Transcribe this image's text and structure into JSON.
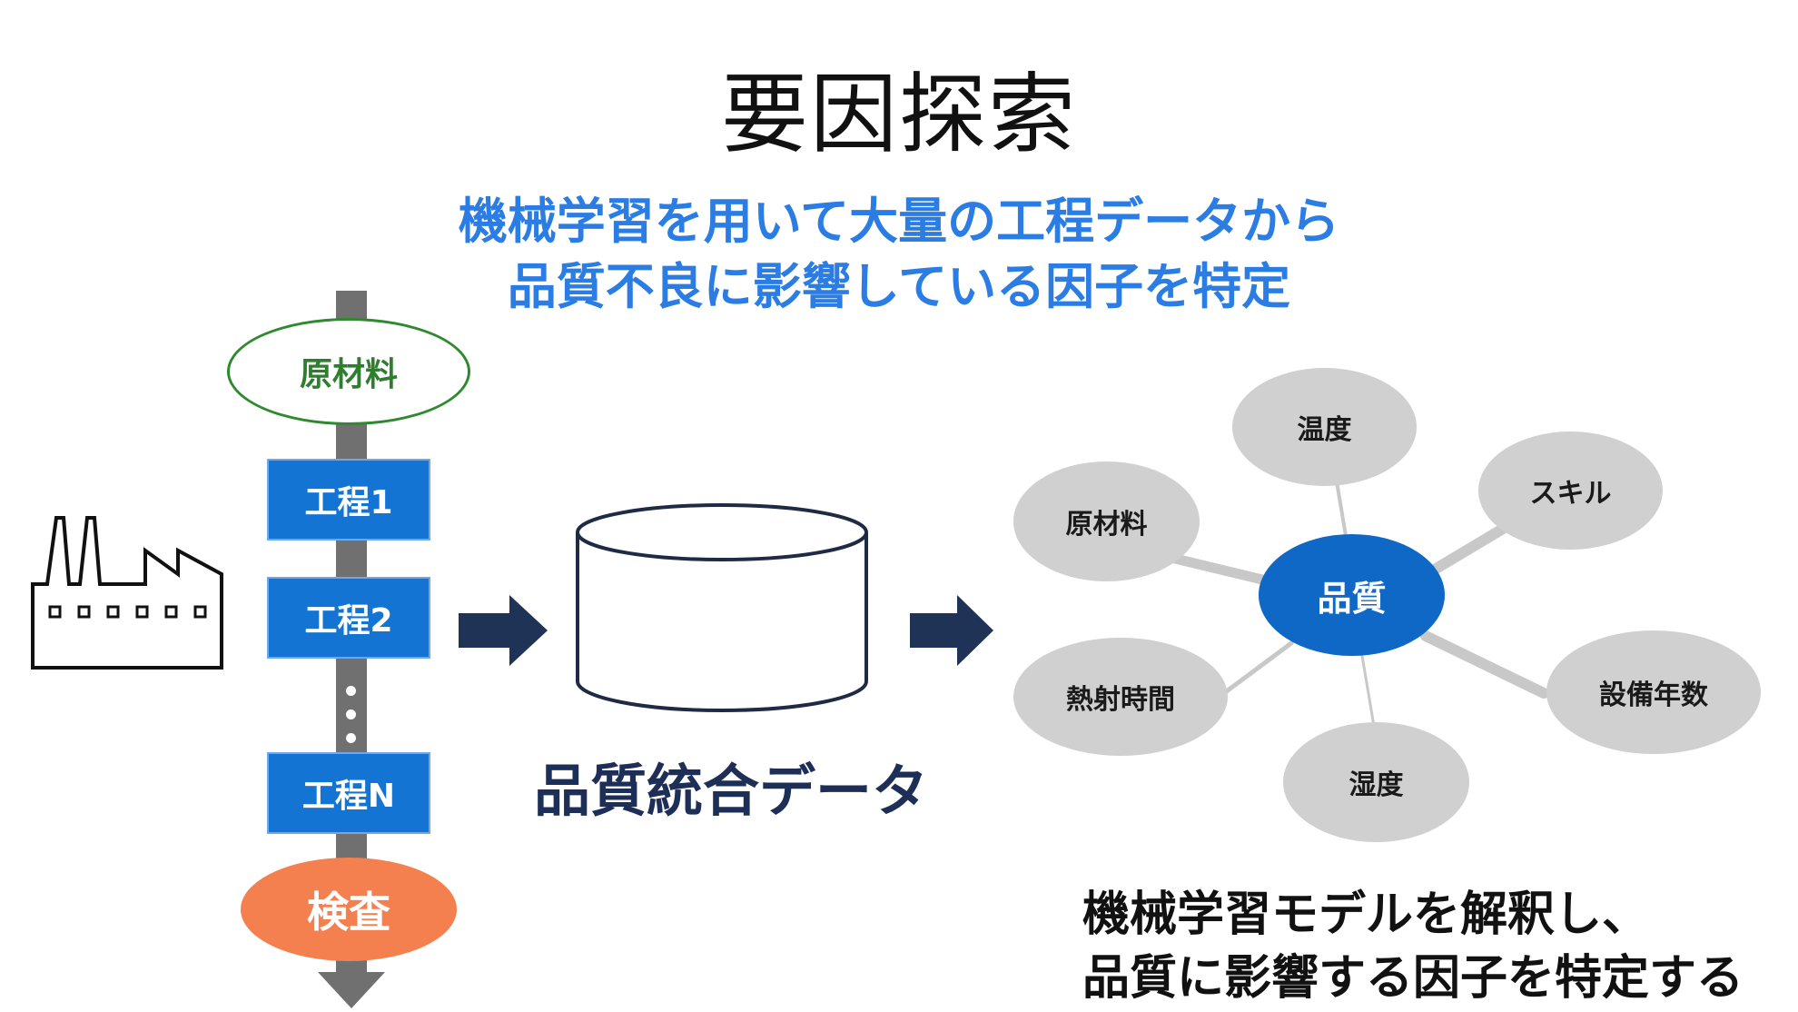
{
  "title": "要因探索",
  "subtitle": {
    "line1": "機械学習を用いて大量の工程データから",
    "line2": "品質不良に影響している因子を特定",
    "color": "#2b7de4"
  },
  "process_flow": {
    "raw_material": "原材料",
    "steps": [
      "工程1",
      "工程2",
      "工程N"
    ],
    "inspection": "検査",
    "step_color": "#1474d4",
    "inspection_color": "#f5804f"
  },
  "factory_icon": "factory-icon",
  "database": {
    "label": "品質統合データ",
    "icon": "database-cylinder-icon"
  },
  "factor_graph": {
    "center": "品質",
    "factors": [
      "温度",
      "スキル",
      "原材料",
      "設備年数",
      "熱射時間",
      "湿度"
    ]
  },
  "conclusion": {
    "line1": "機械学習モデルを解釈し、",
    "line2": "品質に影響する因子を特定する"
  }
}
